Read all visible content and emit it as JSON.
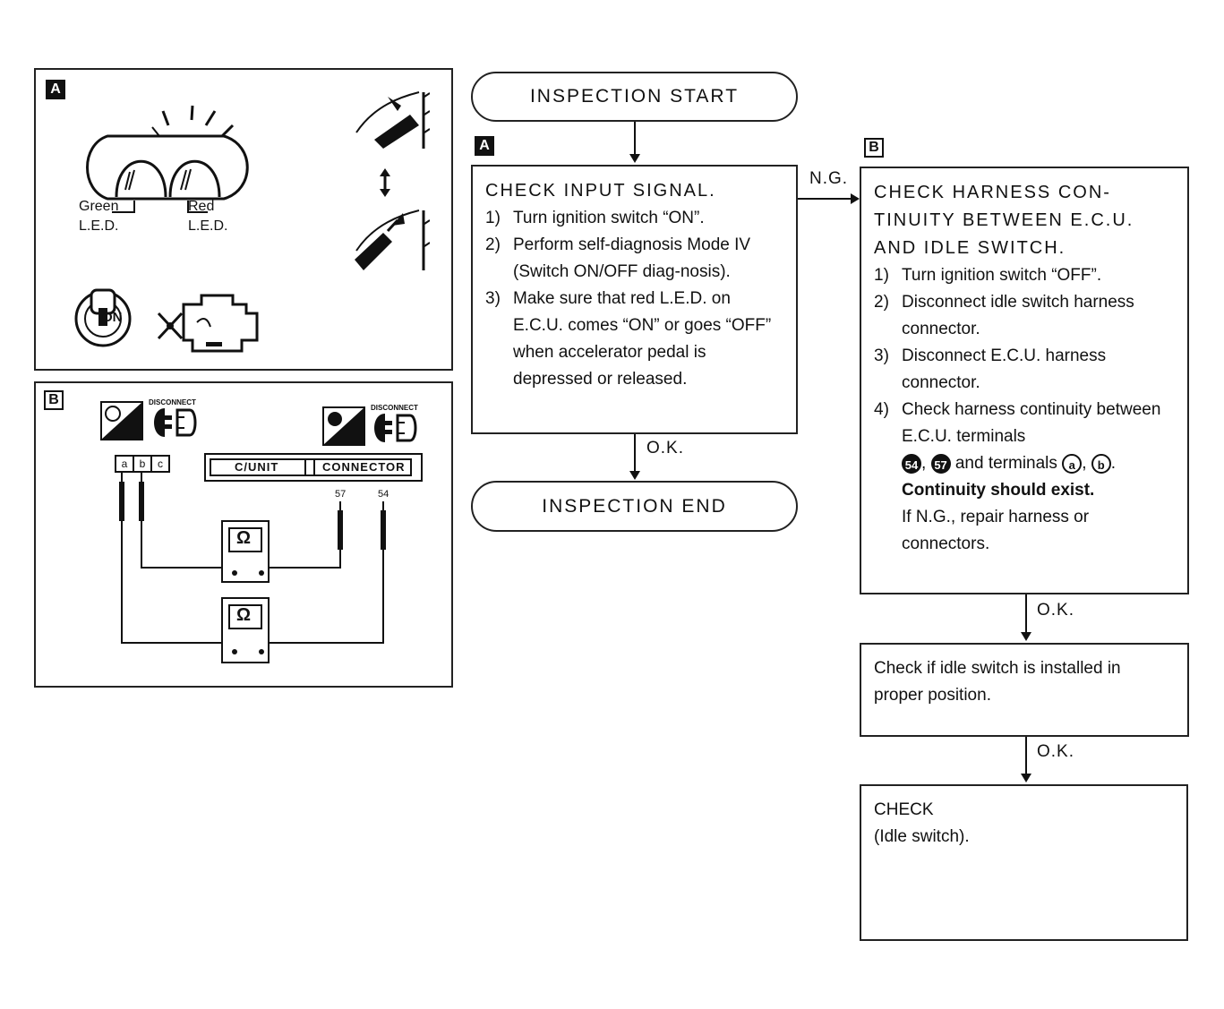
{
  "panel_a": {
    "tag": "A",
    "green_led_label_1": "Green",
    "green_led_label_2": "L.E.D.",
    "red_led_label_1": "Red",
    "red_led_label_2": "L.E.D.",
    "ignition_key_label": "ON"
  },
  "panel_b": {
    "tag": "B",
    "disconnect_label_left": "DISCONNECT",
    "disconnect_label_right": "DISCONNECT",
    "terminals": [
      "a",
      "b",
      "c"
    ],
    "cunit_label": "C/UNIT",
    "connector_label": "CONNECTOR",
    "pin_57": "57",
    "pin_54": "54",
    "ohm_symbol": "Ω"
  },
  "flow": {
    "start": "INSPECTION START",
    "end": "INSPECTION END",
    "tag_a": "A",
    "tag_b": "B",
    "ng_label": "N.G.",
    "ok_label_1": "O.K.",
    "ok_label_2": "O.K.",
    "ok_label_3": "O.K.",
    "box1": {
      "title": "CHECK INPUT SIGNAL.",
      "steps": [
        {
          "n": "1)",
          "t": "Turn ignition switch “ON”."
        },
        {
          "n": "2)",
          "t": "Perform self-diagnosis Mode IV (Switch ON/OFF diag-nosis)."
        },
        {
          "n": "3)",
          "t": "Make sure that red L.E.D. on E.C.U. comes “ON” or goes “OFF” when accelerator pedal is depressed or released."
        }
      ]
    },
    "box2": {
      "title": "CHECK HARNESS CON-TINUITY BETWEEN E.C.U. AND IDLE SWITCH.",
      "steps": [
        {
          "n": "1)",
          "t": "Turn ignition switch “OFF”."
        },
        {
          "n": "2)",
          "t": "Disconnect idle switch harness connector."
        },
        {
          "n": "3)",
          "t": "Disconnect E.C.U. harness connector."
        },
        {
          "n": "4)",
          "t": "Check harness continuity between E.C.U. terminals"
        }
      ],
      "terminal_54": "54",
      "terminal_57": "57",
      "and_terminals": "and terminals",
      "terminal_a": "a",
      "terminal_b": "b",
      "bold_line": "Continuity should exist.",
      "repair_line": "If N.G., repair harness or connectors."
    },
    "box3": "Check if idle switch is installed in proper position.",
    "box4_title": "CHECK",
    "box4_sub": "(Idle switch)."
  }
}
